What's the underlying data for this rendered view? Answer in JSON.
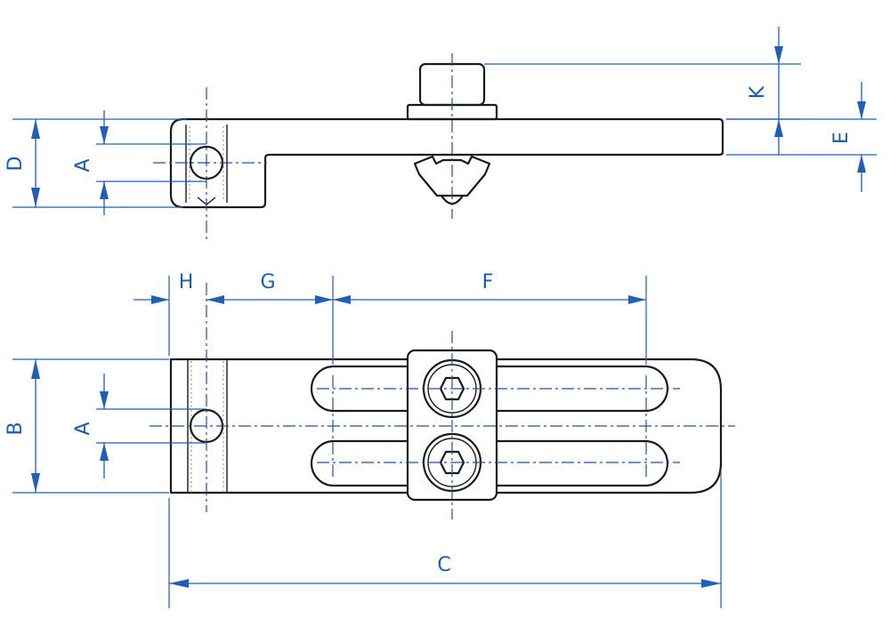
{
  "dimensions": {
    "A_side": "A",
    "D": "D",
    "K": "K",
    "E": "E",
    "H": "H",
    "G": "G",
    "F": "F",
    "B": "B",
    "A_top": "A",
    "C": "C"
  },
  "colors": {
    "dimension": "#1f5fb8",
    "outline": "#1a1a1a",
    "centerline": "#1f4fa0"
  }
}
